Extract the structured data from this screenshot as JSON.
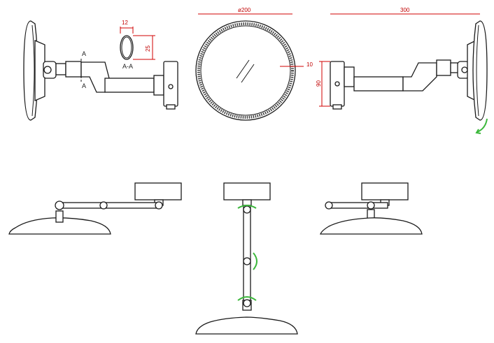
{
  "drawing": {
    "colors": {
      "outline": "#1a1a1a",
      "dimension": "#d00000",
      "rotation_arrow": "#3cb83c",
      "fill": "#ffffff"
    },
    "side_view_left": {
      "section_marker_top": "A",
      "section_marker_bottom": "A"
    },
    "section_detail": {
      "width_dim": "12",
      "height_dim": "25",
      "caption": "A-A"
    },
    "front_view": {
      "diameter_dim": "ø200",
      "frame_dim": "10",
      "mount_height_dim": "90"
    },
    "side_view_right": {
      "length_dim": "300"
    }
  }
}
